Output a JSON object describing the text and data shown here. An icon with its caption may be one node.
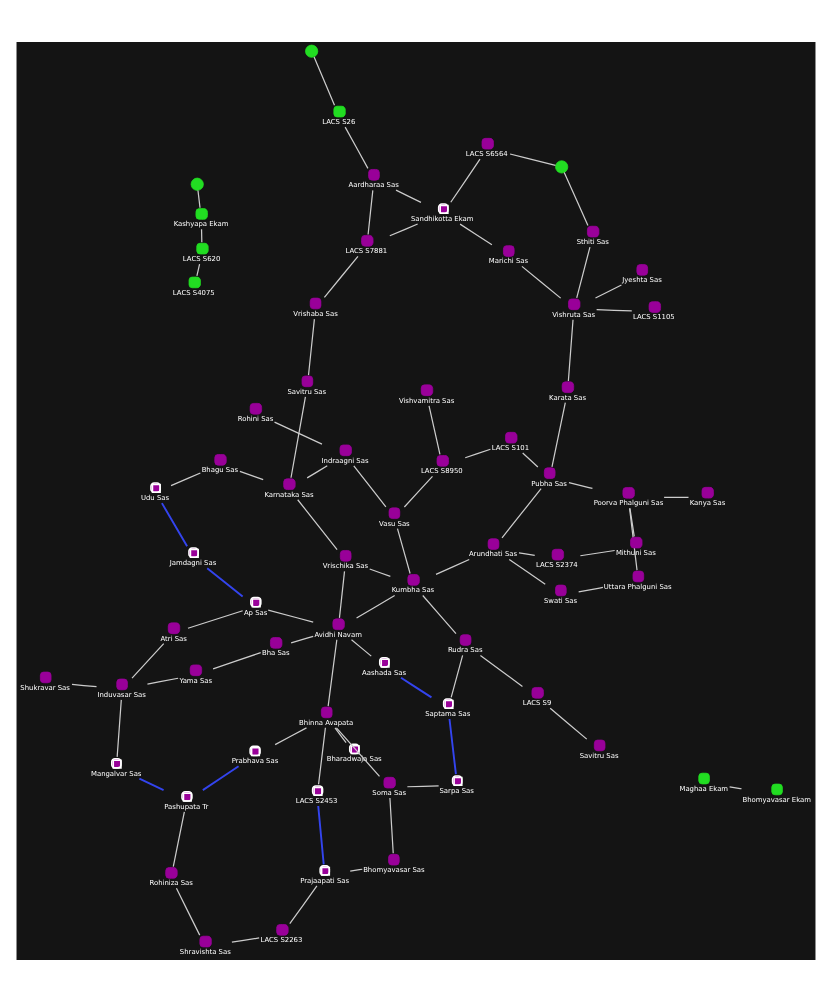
{
  "diagram": {
    "nodes": [
      {
        "text": [
          "Prajaapati Sas"
        ]
      },
      {
        "text": [
          "LACS S2263"
        ]
      },
      {
        "text": [
          "Shravishta Sas"
        ]
      },
      {
        "text": [
          "Rohiniza Sas"
        ]
      },
      {
        "text": [
          "Bhomyavasar Sas"
        ]
      },
      {
        "text": [
          "LACS S2453"
        ]
      },
      {
        "text": [
          "Bharadwaja Sas"
        ]
      },
      {
        "text": [
          "Prabhava Sas"
        ]
      },
      {
        "text": [
          "Pashupata Tr"
        ]
      },
      {
        "text": [
          "Mangalvar Sas"
        ]
      },
      {
        "text": [
          "Sarpa Sas"
        ]
      },
      {
        "text": [
          "Soma Sas"
        ]
      },
      {
        "text": [
          "Bhinna Avapata"
        ]
      },
      {
        "text": [
          "Aashada Sas"
        ]
      },
      {
        "text": [
          "Yama Sas"
        ]
      },
      {
        "text": [
          "Induvasar Sas"
        ]
      },
      {
        "text": [
          "Savitru Sas"
        ]
      },
      {
        "text": [
          "LACS S9"
        ]
      },
      {
        "text": [
          "Saptama Sas"
        ]
      },
      {
        "text": [
          "Avidhi Navam"
        ]
      },
      {
        "text": [
          "Bha Sas"
        ]
      },
      {
        "text": [
          "Shukravar Sas"
        ]
      },
      {
        "text": [
          "Rudra Sas"
        ]
      },
      {
        "text": [
          "Ap Sas"
        ]
      },
      {
        "text": [
          "Atri Sas"
        ]
      },
      {
        "text": [
          "Swati Sas"
        ]
      },
      {
        "text": [
          "Uttara Phalguni Sas"
        ]
      },
      {
        "text": [
          "Mithuni Sas"
        ]
      },
      {
        "text": [
          "Kumbha Sas"
        ]
      },
      {
        "text": [
          "Vrischika Sas"
        ]
      },
      {
        "text": [
          "LACS S2374"
        ]
      },
      {
        "text": [
          "Arundhati Sas"
        ]
      },
      {
        "text": [
          "Jamdagni Sas"
        ]
      },
      {
        "text": [
          "Kanya Sas"
        ]
      },
      {
        "text": [
          "Poorva Phalguni Sas"
        ]
      },
      {
        "text": [
          "Vasu Sas"
        ]
      },
      {
        "text": [
          "Karnataka Sas"
        ]
      },
      {
        "text": [
          "Pubha Sas"
        ]
      },
      {
        "text": [
          "LACS S8950"
        ]
      },
      {
        "text": [
          "Udu Sas"
        ]
      },
      {
        "text": [
          "Indraagni Sas"
        ]
      },
      {
        "text": [
          "Bhagu Sas"
        ]
      },
      {
        "text": [
          "Vishvamitra Sas"
        ]
      },
      {
        "text": [
          "LACS S101"
        ]
      },
      {
        "text": [
          "Savitru Sas"
        ]
      },
      {
        "text": [
          "Karata Sas"
        ]
      },
      {
        "text": [
          "Rohini Sas"
        ]
      },
      {
        "text": [
          "LACS S1105"
        ]
      },
      {
        "text": [
          "Vishruta Sas"
        ]
      },
      {
        "text": [
          "Marichi Sas"
        ]
      },
      {
        "text": [
          "Jyeshta Sas"
        ]
      },
      {
        "text": [
          "LACS S7881"
        ]
      },
      {
        "text": [
          "Vrishaba Sas"
        ]
      },
      {
        "text": [
          "Sandhikotta Ekam"
        ]
      },
      {
        "text": [
          "Aardharaa Sas"
        ]
      },
      {
        "text": [
          "Sthiti Sas"
        ]
      },
      {
        "text": [
          "LACS S6564"
        ]
      },
      {
        "text": [
          "LACS S4075"
        ]
      },
      {
        "text": [
          "LACS S620"
        ]
      },
      {
        "text": [
          "Maghaa Ekam"
        ]
      },
      {
        "text": [
          "Kashyapa Ekam"
        ]
      },
      {
        "text": [
          "LACS S26"
        ]
      },
      {
        "text": [],
        "shape": "circle"
      },
      {
        "text": [
          "Bhomyavasar Ekam"
        ]
      },
      {
        "text": [],
        "shape": "circle"
      },
      {
        "text": [],
        "shape": "circle"
      }
    ],
    "edges": [
      {
        "from": 0,
        "to": 1,
        "arrow": "none"
      },
      {
        "from": 1,
        "to": 2,
        "arrow": "none"
      },
      {
        "from": 2,
        "to": 3,
        "arrow": "none"
      },
      {
        "from": 4,
        "to": 0,
        "arrow": "none"
      },
      {
        "from": 0,
        "to": 5,
        "arrow": "none",
        "color": "#3344ee"
      },
      {
        "from": 4,
        "to": 11,
        "arrow": "none"
      },
      {
        "from": 10,
        "to": 11,
        "arrow": "none"
      },
      {
        "from": 11,
        "to": 12,
        "arrow": "none"
      },
      {
        "from": 5,
        "to": 12,
        "arrow": "none"
      },
      {
        "from": 6,
        "to": 12,
        "arrow": "none"
      },
      {
        "from": 7,
        "to": 12,
        "arrow": "none"
      },
      {
        "from": 7,
        "to": 8,
        "arrow": "none",
        "color": "#3344ee"
      },
      {
        "from": 8,
        "to": 9,
        "arrow": "none",
        "color": "#3344ee"
      },
      {
        "from": 3,
        "to": 8,
        "arrow": "none"
      },
      {
        "from": 9,
        "to": 15,
        "arrow": "none"
      },
      {
        "from": 10,
        "to": 18,
        "arrow": "none",
        "color": "#3344ee"
      },
      {
        "from": 18,
        "to": 13,
        "arrow": "none",
        "color": "#3344ee"
      },
      {
        "from": 13,
        "to": 19,
        "arrow": "none"
      },
      {
        "from": 12,
        "to": 19,
        "arrow": "none"
      },
      {
        "from": 16,
        "to": 17,
        "arrow": "none"
      },
      {
        "from": 17,
        "to": 22,
        "arrow": "none"
      },
      {
        "from": 18,
        "to": 22,
        "arrow": "none"
      },
      {
        "from": 19,
        "to": 20,
        "arrow": "none"
      },
      {
        "from": 19,
        "to": 23,
        "arrow": "none"
      },
      {
        "from": 20,
        "to": 14,
        "arrow": "none"
      },
      {
        "from": 14,
        "to": 15,
        "arrow": "none"
      },
      {
        "from": 15,
        "to": 24,
        "arrow": "none"
      },
      {
        "from": 21,
        "to": 15,
        "arrow": "none"
      },
      {
        "from": 23,
        "to": 24,
        "arrow": "none"
      },
      {
        "from": 23,
        "to": 32,
        "arrow": "none",
        "color": "#3344ee"
      },
      {
        "from": 32,
        "to": 39,
        "arrow": "none",
        "color": "#3344ee"
      },
      {
        "from": 19,
        "to": 29,
        "arrow": "none"
      },
      {
        "from": 22,
        "to": 28,
        "arrow": "none"
      },
      {
        "from": 28,
        "to": 19,
        "arrow": "none"
      },
      {
        "from": 28,
        "to": 29,
        "arrow": "none"
      },
      {
        "from": 28,
        "to": 31,
        "arrow": "none"
      },
      {
        "from": 28,
        "to": 35,
        "arrow": "none"
      },
      {
        "from": 25,
        "to": 26,
        "arrow": "none"
      },
      {
        "from": 25,
        "to": 31,
        "arrow": "none"
      },
      {
        "from": 27,
        "to": 30,
        "arrow": "none"
      },
      {
        "from": 27,
        "to": 34,
        "arrow": "none"
      },
      {
        "from": 26,
        "to": 34,
        "arrow": "none"
      },
      {
        "from": 30,
        "to": 31,
        "arrow": "none"
      },
      {
        "from": 31,
        "to": 37,
        "arrow": "none"
      },
      {
        "from": 34,
        "to": 33,
        "arrow": "none"
      },
      {
        "from": 34,
        "to": 37,
        "arrow": "none"
      },
      {
        "from": 35,
        "to": 38,
        "arrow": "none"
      },
      {
        "from": 38,
        "to": 43,
        "arrow": "none"
      },
      {
        "from": 38,
        "to": 42,
        "arrow": "none"
      },
      {
        "from": 29,
        "to": 36,
        "arrow": "none"
      },
      {
        "from": 36,
        "to": 40,
        "arrow": "none"
      },
      {
        "from": 36,
        "to": 41,
        "arrow": "none"
      },
      {
        "from": 36,
        "to": 44,
        "arrow": "none"
      },
      {
        "from": 41,
        "to": 39,
        "arrow": "none"
      },
      {
        "from": 35,
        "to": 40,
        "arrow": "none"
      },
      {
        "from": 40,
        "to": 46,
        "arrow": "none"
      },
      {
        "from": 44,
        "to": 52,
        "arrow": "none"
      },
      {
        "from": 37,
        "to": 45,
        "arrow": "none"
      },
      {
        "from": 37,
        "to": 43,
        "arrow": "none"
      },
      {
        "from": 45,
        "to": 48,
        "arrow": "none"
      },
      {
        "from": 47,
        "to": 48,
        "arrow": "none"
      },
      {
        "from": 48,
        "to": 49,
        "arrow": "none"
      },
      {
        "from": 48,
        "to": 50,
        "arrow": "none"
      },
      {
        "from": 48,
        "to": 55,
        "arrow": "none"
      },
      {
        "from": 49,
        "to": 53,
        "arrow": "none"
      },
      {
        "from": 53,
        "to": 51,
        "arrow": "none"
      },
      {
        "from": 53,
        "to": 54,
        "arrow": "none"
      },
      {
        "from": 51,
        "to": 54,
        "arrow": "none"
      },
      {
        "from": 51,
        "to": 52,
        "arrow": "none"
      },
      {
        "from": 53,
        "to": 56,
        "arrow": "none"
      },
      {
        "from": 56,
        "to": 65,
        "arrow": "none"
      },
      {
        "from": 55,
        "to": 65,
        "arrow": "none"
      },
      {
        "from": 54,
        "to": 61,
        "arrow": "none"
      },
      {
        "from": 61,
        "to": 62,
        "arrow": "none"
      },
      {
        "from": 59,
        "to": 63,
        "arrow": "none"
      },
      {
        "from": 57,
        "to": 58,
        "arrow": "none"
      },
      {
        "from": 58,
        "to": 60,
        "arrow": "none"
      },
      {
        "from": 60,
        "to": 64,
        "arrow": "none"
      }
    ]
  }
}
